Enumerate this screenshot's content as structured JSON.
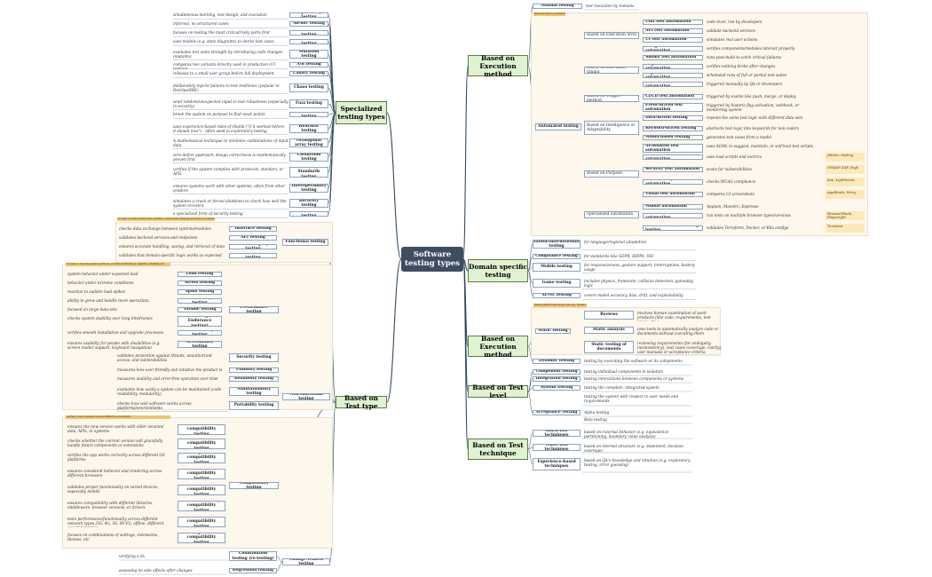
{
  "title": "Software testing types",
  "branches": {
    "specialized": "Specialized testing types",
    "by_test_type": "Based on Test type",
    "exec1": "Based on Execution method",
    "domain": "Domain specific testing",
    "exec2": "Based on Execution method",
    "level": "Based on Test level",
    "technique": "Based on Test technique"
  },
  "specialized": [
    {
      "name": "Exploratory testing",
      "desc": "simultaneous learning, test design, and execution"
    },
    {
      "name": "Ad-hoc testing",
      "desc": "informal, no structured cases"
    },
    {
      "name": "Risk-based testing",
      "desc": "focuses on testing the most critical/risky parts first"
    },
    {
      "name": "Model-based testing",
      "desc": "uses models (e.g. state diagrams) to derive test cases"
    },
    {
      "name": "Mutation testing",
      "desc": "evaluates test suite strength by introducing code changes (mutants)"
    },
    {
      "name": "A/B testing",
      "desc": "compares two variants directly used in production (UI testing)"
    },
    {
      "name": "Canary testing",
      "desc": "releases to a small user group before full deployment"
    },
    {
      "name": "Chaos testing",
      "desc": "deliberately injects failures to test resilience (popular in DevOps/SRE)"
    },
    {
      "name": "Fuzz testing",
      "desc": "send random/unexpected input to test robustness (especially in security)"
    },
    {
      "name": "Destructive testing",
      "desc": "break the system on purpose to find weak points"
    },
    {
      "name": "Heuristic testing",
      "desc": "uses experience-based rules of thumb (\"if it worked before, it should now\") - often used in exploratory testing"
    },
    {
      "name": "Orthogonal array testing",
      "desc": "A mathematical technique to minimize combinations of input data."
    },
    {
      "name": "Cleanroom testing",
      "desc": "zero-defect approach: design correctness is mathematically proven first"
    },
    {
      "name": "Conformance / Standards testing",
      "desc": "verifies if the system complies with protocols, standars, or APIs"
    },
    {
      "name": "Interoperability testing",
      "desc": "ensures systems work with other systems, often from other vendors"
    },
    {
      "name": "Recovery testing",
      "desc": "simulates a crash or forced shutdown to check how well the system recovers"
    },
    {
      "name": "Penetration testing",
      "desc": "a specialized form of security testing"
    }
  ],
  "functional": {
    "label": "Functional testing",
    "note": "focused on what exactly does, whether components integrations works and behave correctly",
    "items": [
      {
        "name": "Interface testing",
        "desc": "checks data exchange between systems/modules"
      },
      {
        "name": "API testing",
        "desc": "validates backend services and endpoints"
      },
      {
        "name": "Data integrity testing",
        "desc": "ensures accurate handling, saving, and retrieval of data"
      },
      {
        "name": "Business rules testing",
        "desc": "validates that domain-specific logic works as expected"
      }
    ]
  },
  "nonfunctional": {
    "label": "Non-functional testing",
    "perf_label": "Performance testing",
    "perf_note": "focused on how the system performs, includes performance, usability, reliability, etc.",
    "perf": [
      {
        "name": "Load testing",
        "desc": "system behavior under expected load"
      },
      {
        "name": "Stress testing",
        "desc": "behavior under extreme conditions"
      },
      {
        "name": "Spike testing",
        "desc": "reaction to sudden load spikes"
      },
      {
        "name": "Scalability testing",
        "desc": "ability to grow and handle more users/data"
      },
      {
        "name": "Volume testing",
        "desc": "focused on large data sets"
      },
      {
        "name": "Soak testing (aka Endurance testing)",
        "desc": "checks system stability over long timeframes"
      },
      {
        "name": "Installability testing",
        "desc": "verifies smooth installation and upgrade processes"
      },
      {
        "name": "Accessibility testing",
        "desc": "ensures usability for people with disabilities (e.g. screen reader support, keyboard navigation)"
      }
    ],
    "other": [
      {
        "name": "Security testing",
        "desc": "validates protection against threats, unauthorized access, and vulnerabilities"
      },
      {
        "name": "Usability testing",
        "desc": "measures how user-friendly and intuitive the product is"
      },
      {
        "name": "Reliability testing",
        "desc": "measures stability and error-free operation over time"
      },
      {
        "name": "Maintainability testing",
        "desc": "evaluates how easily a system can be maintained (code readability, modularity)"
      },
      {
        "name": "Portability testing",
        "desc": "checks how well software works across platforms/environments"
      }
    ]
  },
  "compat": {
    "label": "Compatibility testing",
    "note": "verifies correct operation across different environments",
    "items": [
      {
        "name": "Backward compatibility testing",
        "desc": "ensures the new version works with older versions' data, APIs, or systems"
      },
      {
        "name": "Forward compatibility testing",
        "desc": "checks whether the current version will gracefully handle future components or extensions"
      },
      {
        "name": "Cross-platform compatibility testing",
        "desc": "verifies the app works correctly across different OS platforms"
      },
      {
        "name": "Cross-browser compatibility testing",
        "desc": "ensures consistent behavior and rendering across different browsers"
      },
      {
        "name": "Device compatibility testing",
        "desc": "validates proper functionality on varied devices, especially mobile"
      },
      {
        "name": "Software/Library compatibility testing",
        "desc": "ensures compatibility with different libraries, middleware, browser versions, or drivers"
      },
      {
        "name": "Network compatibility testing",
        "desc": "tests performance/functionality across different network types (5G, 4G, 3G, Wi-Fi), offline, different speeds/latencies"
      },
      {
        "name": "Configuration compatibility testing",
        "desc": "focuses on combinations of settings, extensions, themes, etc"
      }
    ]
  },
  "change": {
    "label": "Change-related testing",
    "items": [
      {
        "name": "Confirmation testing (re-testing)",
        "desc": "verifying a fix"
      },
      {
        "name": "Regression testing",
        "desc": "assessing no side effects after changes"
      }
    ]
  },
  "exec1": {
    "manual": {
      "name": "Manual testing",
      "desc": "test execution by humans"
    },
    "auto_label": "Automated testing",
    "auto_note": "test executed by tools/scripts",
    "groups": [
      {
        "label": "Based on Execution level",
        "items": [
          {
            "name": "Unit test automation",
            "desc": "code-level, run by developers"
          },
          {
            "name": "API test automation",
            "desc": "validate backend services"
          },
          {
            "name": "UI test automation",
            "desc": "simulates real user actions"
          },
          {
            "name": "Integration test automation",
            "desc": "verifies components/modules interact properly"
          }
        ]
      },
      {
        "label": "Based on Execution timing",
        "items": [
          {
            "name": "Smoke test automation",
            "desc": "runs post-build to catch critical failures"
          },
          {
            "name": "Regression test automation",
            "desc": "verifies nothing broke after changes"
          },
          {
            "name": "Nightly/Batch test automation",
            "desc": "scheduled runs of full or partial test suites"
          },
          {
            "name": "On-demand test automation",
            "desc": "triggered manually by QA or developers"
          }
        ]
      },
      {
        "label": "Based on Trigger method",
        "items": [
          {
            "name": "CI/CD test automation",
            "desc": "triggered by events like push, merge, or deploy"
          },
          {
            "name": "Event-driven test automation",
            "desc": "triggered by historic flag activation, webhook, or monitoring system"
          }
        ]
      },
      {
        "label": "Based on Intelligence or Adaptability",
        "items": [
          {
            "name": "Data-driven testing",
            "desc": "repeats the same test logic with different data sets"
          },
          {
            "name": "Keyword-driven testing",
            "desc": "abstracts test logic into keywords for non-coders"
          },
          {
            "name": "Model-based testing",
            "desc": "generates test cases from a model"
          },
          {
            "name": "AI-assisted test automation",
            "desc": "uses AI/ML to suggest, maintain, or self-heal test scripts"
          }
        ]
      },
      {
        "label": "Based on Purpose",
        "items": [
          {
            "name": "Performance test automation",
            "desc": "uses load scripts and metrics",
            "ex": "JMeter, Gatling"
          },
          {
            "name": "Security test automation",
            "desc": "scans for vulnerabilities",
            "ex": "OWASP ZAP, Snyk"
          },
          {
            "name": "Accessibility test automation",
            "desc": "checks WCAG compliance",
            "ex": "Axe, Lighthouse"
          },
          {
            "name": "Visual test automation",
            "desc": "compares UI screenshots",
            "ex": "Applitools, Percy"
          }
        ]
      },
      {
        "label": "Specialized automation",
        "items": [
          {
            "name": "Mobile automation",
            "desc": "Appium, Maestro, Espresso"
          },
          {
            "name": "Cross-Browser automation",
            "desc": "run tests on multiple browser types/versions",
            "ex": "BrowserStack, Playwright"
          },
          {
            "name": "Infrastructure/Provising testing",
            "desc": "validates Terraform, Docker, or K8s configs",
            "ex": "Terratest"
          }
        ]
      }
    ]
  },
  "domain": [
    {
      "name": "Localization/Internationalization testing",
      "desc": "for language/regional adaptation"
    },
    {
      "name": "Compliance testing",
      "desc": "for standards like GDPR, HIPPA, ISO"
    },
    {
      "name": "Mobile testing",
      "desc": "for responsiveness, gesture support, interruptions, battery usage"
    },
    {
      "name": "Game testing",
      "desc": "includes physics, framerate, collision detection, gameplay logic"
    },
    {
      "name": "AI/ML testing",
      "desc": "covers model accuracy, bias, drift, and explainability"
    }
  ],
  "exec2": {
    "static_label": "Static testing",
    "note": "testing without executing code (e.g. reviews, static analysis)",
    "static": [
      {
        "name": "Reviews",
        "desc": "involves human examination of work products (like code, requirements, test cases, etc.)"
      },
      {
        "name": "Static analysis",
        "desc": "uses tools to automatically analyze code or documents without executing them"
      },
      {
        "name": "Static testing of documents",
        "desc": "reviewing requirements (for ambiguity, inconsistency), test cases (coverage, clarity), user manuals or acceptance criteria"
      }
    ],
    "dynamic": {
      "name": "Dynamic testing",
      "desc": "testing by executing the software or its components"
    }
  },
  "level": [
    {
      "name": "Component testing",
      "desc": "testing individual components in isolation"
    },
    {
      "name": "Integration testing",
      "desc": "testing interactions between components or systems"
    },
    {
      "name": "System testing",
      "desc": "testing the complete, integrated system"
    },
    {
      "name": "Acceptance testing",
      "desc": "testing the system with respect to user needs and requirements",
      "extra": [
        "Alpha testing",
        "Beta testing"
      ]
    }
  ],
  "technique": [
    {
      "name": "Black-box techniques",
      "desc": "based on external behavior (e.g. equivalence partitioning, boundary value analysis)"
    },
    {
      "name": "White-box techniques",
      "desc": "based on internal structure (e.g. statement, decision coverage)"
    },
    {
      "name": "Experience-based techniques",
      "desc": "based on QA's knowledge and intuition (e.g. exploratory testing, error guessing)"
    }
  ]
}
